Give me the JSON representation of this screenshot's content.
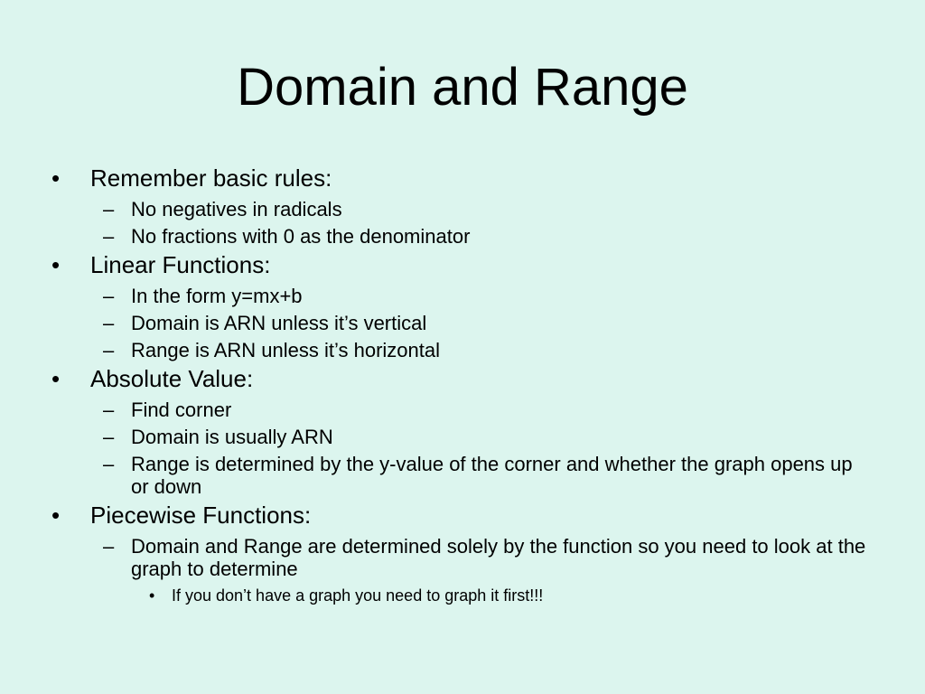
{
  "slide": {
    "title": "Domain and Range",
    "bullet_chars": {
      "level1": "•",
      "level2": "–",
      "level3": "•"
    },
    "items": [
      {
        "text": "Remember basic rules:",
        "children": [
          {
            "text": "No negatives in radicals"
          },
          {
            "text": "No fractions with 0 as the denominator"
          }
        ]
      },
      {
        "text": "Linear Functions:",
        "children": [
          {
            "text": "In the form y=mx+b"
          },
          {
            "text": "Domain is ARN unless it’s vertical"
          },
          {
            "text": "Range is ARN unless it’s horizontal"
          }
        ]
      },
      {
        "text": "Absolute Value:",
        "children": [
          {
            "text": "Find corner"
          },
          {
            "text": "Domain is usually ARN"
          },
          {
            "text": "Range is determined by the y-value of the corner and whether the graph opens up or down"
          }
        ]
      },
      {
        "text": "Piecewise Functions:",
        "children": [
          {
            "text": "Domain and Range are determined solely by the function so you need to look at the graph to determine",
            "children": [
              {
                "text": "If you don’t have a graph you need to graph it first!!!"
              }
            ]
          }
        ]
      }
    ]
  }
}
